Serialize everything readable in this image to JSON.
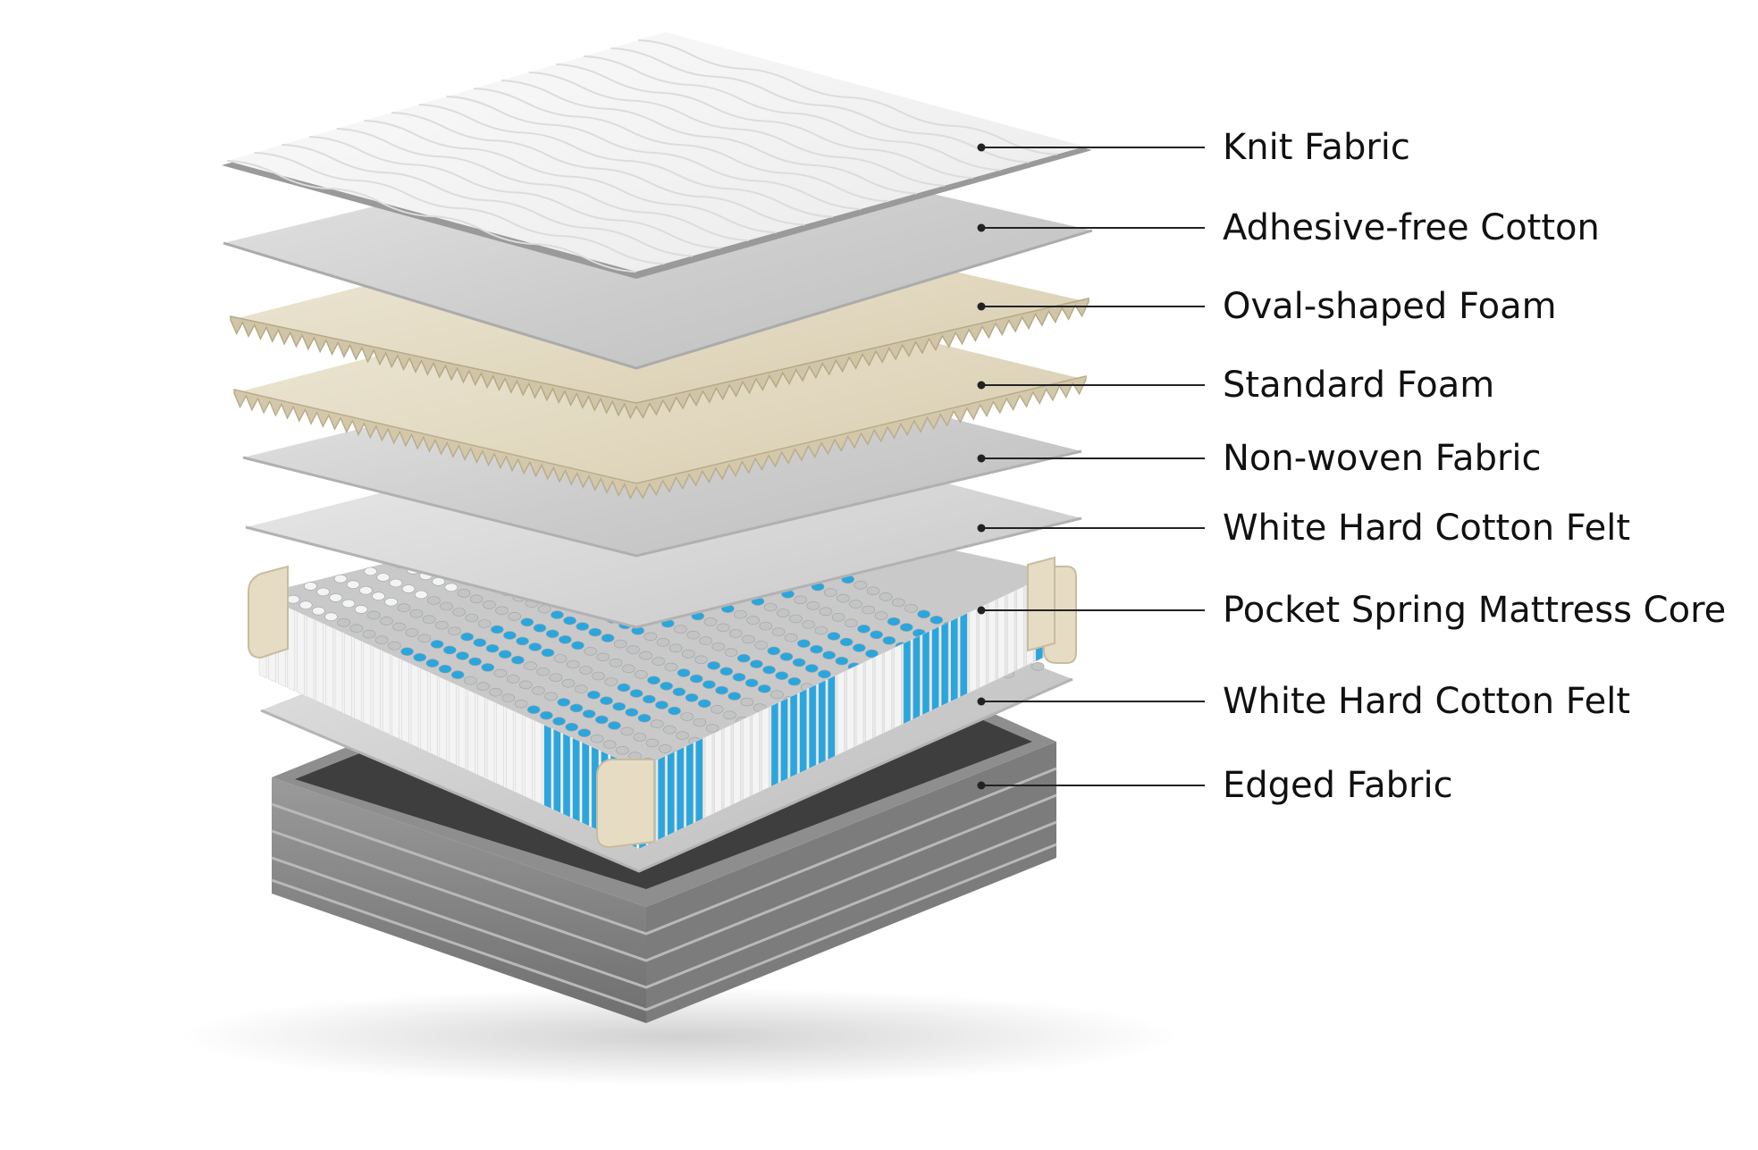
{
  "diagram": {
    "layers": [
      {
        "id": "knit-fabric",
        "label": "Knit Fabric",
        "material": "quilted-fabric",
        "color": "#f2f2f2"
      },
      {
        "id": "adhesive-free-cotton",
        "label": "Adhesive-free Cotton",
        "material": "sheet",
        "color": "#cfcfcf"
      },
      {
        "id": "oval-shaped-foam",
        "label": "Oval-shaped Foam",
        "material": "wavy-foam",
        "color": "#e4dcc6"
      },
      {
        "id": "standard-foam",
        "label": "Standard Foam",
        "material": "wavy-foam",
        "color": "#e9e2cf"
      },
      {
        "id": "non-woven-fabric",
        "label": "Non-woven Fabric",
        "material": "sheet",
        "color": "#d4d4d4"
      },
      {
        "id": "white-hard-cotton-felt-upper",
        "label": "White Hard Cotton Felt",
        "material": "sheet",
        "color": "#d9d9d9"
      },
      {
        "id": "pocket-spring-core",
        "label": "Pocket Spring Mattress Core",
        "material": "springs",
        "color": "#2aa6de"
      },
      {
        "id": "white-hard-cotton-felt-lower",
        "label": "White Hard Cotton Felt",
        "material": "sheet",
        "color": "#d6d6d6"
      },
      {
        "id": "edged-fabric",
        "label": "Edged Fabric",
        "material": "base",
        "color": "#4a4a4a"
      }
    ],
    "colors": {
      "leader": "#222222",
      "spring_blue": "#2aa6de",
      "spring_white": "#f4f4f4",
      "spring_grey": "#c4c4c4",
      "corner_guard": "#e5dcc3",
      "base_dark": "#3c3c3c",
      "base_side": "#8d8d8d"
    }
  }
}
